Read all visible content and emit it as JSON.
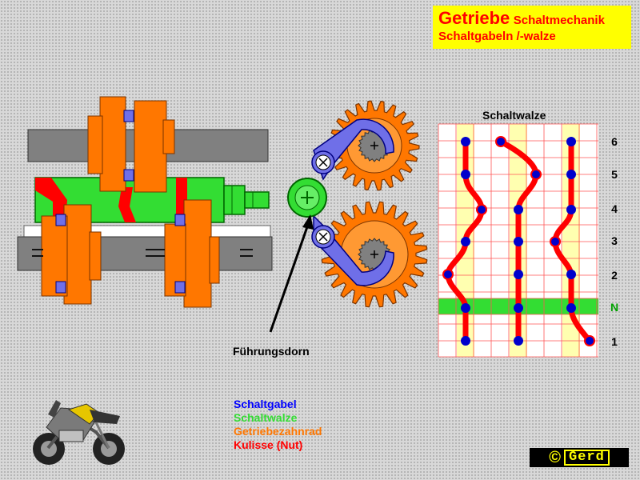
{
  "title": {
    "main": "Getriebe",
    "sub": "Schaltmechanik",
    "line2": "Schaltgabeln /-walze"
  },
  "drum": {
    "label": "Schaltwalze",
    "gear_labels": [
      "6",
      "5",
      "4",
      "3",
      "2",
      "N",
      "1"
    ],
    "neutral_color": "#00a000"
  },
  "callout": {
    "label": "Führungsdorn"
  },
  "legend": [
    {
      "text": "Schaltgabel",
      "color": "#0000ff"
    },
    {
      "text": "Schaltwalze",
      "color": "#33dd33"
    },
    {
      "text": "Getriebezahnrad",
      "color": "#ff7700"
    },
    {
      "text": "Kulisse (Nut)",
      "color": "#ff0000"
    }
  ],
  "copyright": {
    "symbol": "©",
    "name": "Gerd"
  },
  "colors": {
    "fork": "#6f6fe8",
    "drum": "#33dd33",
    "gear": "#ff7700",
    "groove": "#ff0000",
    "shaft": "#808080",
    "track_yellow": "#ffffb0",
    "pin": "#0000cc"
  },
  "icons": [
    "motorcycle-icon",
    "gear-icon",
    "cross-pin-icon"
  ]
}
